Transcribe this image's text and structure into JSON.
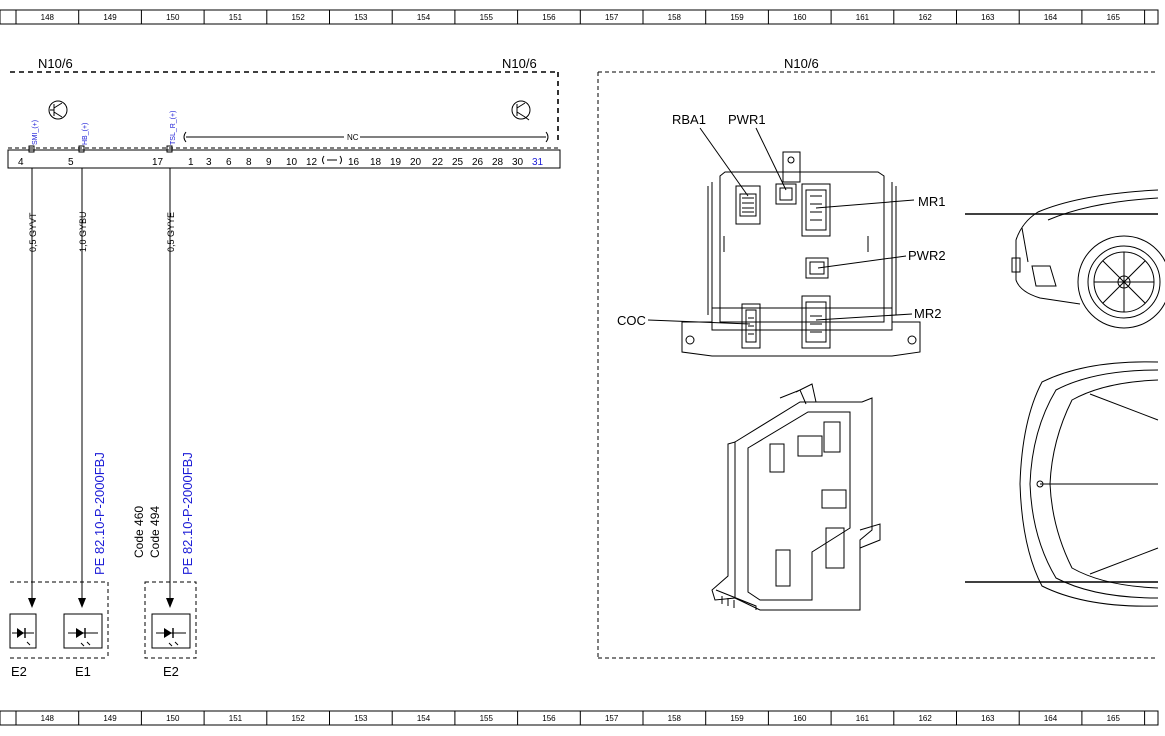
{
  "grid": {
    "columns": [
      "148",
      "149",
      "150",
      "151",
      "152",
      "153",
      "154",
      "155",
      "156",
      "157",
      "158",
      "159",
      "160",
      "161",
      "162",
      "163",
      "164",
      "165"
    ]
  },
  "module": {
    "left_label": "N10/6",
    "right_label": "N10/6",
    "view_label": "N10/6"
  },
  "pins": {
    "left": [
      {
        "num": "4",
        "signal": "SMI_(+)",
        "wire": "0,5 GYVT"
      },
      {
        "num": "5",
        "signal": "HB_(+)",
        "wire": "1,0 GYBU"
      },
      {
        "num": "17",
        "signal": "TSL_R_(+)",
        "wire": "0,5 GYYE"
      }
    ],
    "nc_label": "NC",
    "nc_pins": [
      "1",
      "3",
      "6",
      "8",
      "9",
      "10",
      "12",
      "16",
      "18",
      "19",
      "20",
      "22",
      "25",
      "26",
      "28",
      "30",
      "31"
    ],
    "highlight_pin": "31"
  },
  "references": {
    "ref1": "PE 82.10-P-2000FBJ",
    "ref2": "PE 82.10-P-2000FBJ",
    "code1": "Code 460",
    "code2": "Code 494"
  },
  "lamps": [
    {
      "label": "E2"
    },
    {
      "label": "E1"
    },
    {
      "label": "E2"
    }
  ],
  "connectors": {
    "rba1": "RBA1",
    "pwr1": "PWR1",
    "mr1": "MR1",
    "pwr2": "PWR2",
    "coc": "COC",
    "mr2": "MR2"
  },
  "colors": {
    "line": "#000000",
    "reference_blue": "#1a1ad6"
  }
}
